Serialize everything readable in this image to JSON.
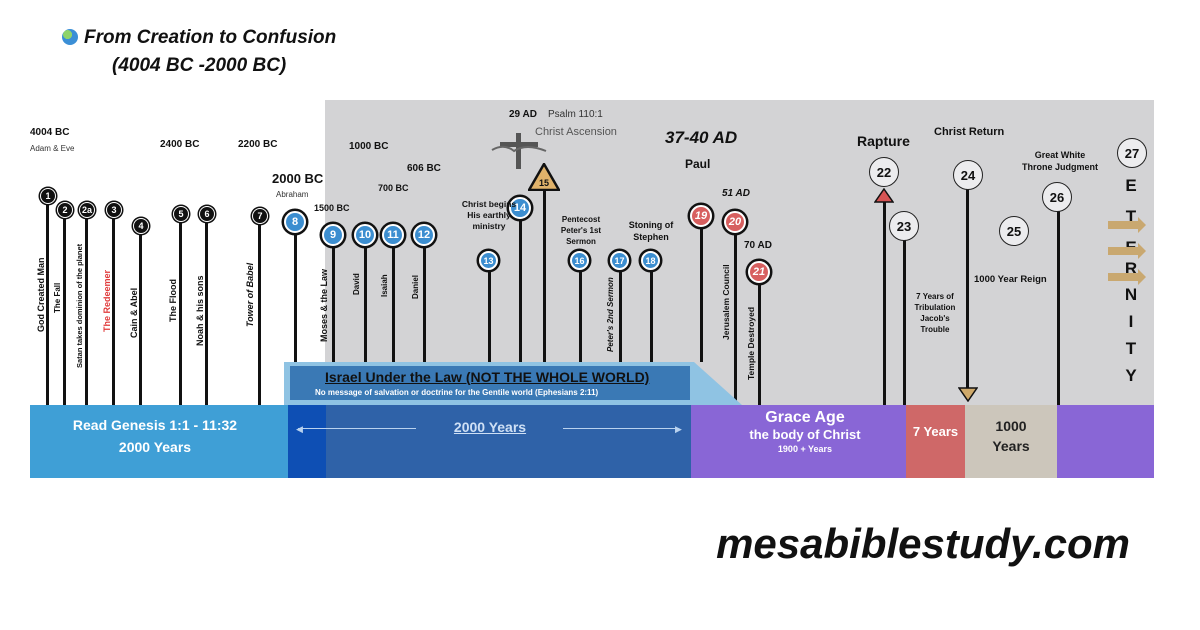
{
  "header": {
    "title_line1": "From Creation to Confusion",
    "title_line2": "(4004 BC -2000 BC)",
    "icon": "globe-icon"
  },
  "dates": {
    "d4004": "4004 BC",
    "adam_eve": "Adam & Eve",
    "d2400": "2400 BC",
    "d2200": "2200 BC",
    "d2000": "2000 BC",
    "abraham": "Abraham",
    "d1500": "1500 BC",
    "d1000": "1000 BC",
    "d700": "700 BC",
    "d606": "606 BC",
    "d29ad": "29 AD",
    "psalm": "Psalm 110:1",
    "ascension": "Christ Ascension",
    "d3740": "37-40 AD",
    "paul": "Paul",
    "d51": "51 AD",
    "d70": "70 AD",
    "rapture": "Rapture",
    "christ_return": "Christ Return",
    "great_white": "Great White Throne Judgment"
  },
  "markers": [
    {
      "num": "1",
      "label": "God Created Man",
      "style": "black"
    },
    {
      "num": "2",
      "label": "The Fall",
      "style": "black"
    },
    {
      "num": "2a",
      "label": "Satan takes dominion of the planet",
      "style": "black"
    },
    {
      "num": "3",
      "label": "The Redeemer",
      "style": "black"
    },
    {
      "num": "4",
      "label": "Cain & Abel",
      "style": "black"
    },
    {
      "num": "5",
      "label": "The Flood",
      "style": "black"
    },
    {
      "num": "6",
      "label": "Noah & his sons",
      "style": "black"
    },
    {
      "num": "7",
      "label": "Tower of Babel",
      "style": "black"
    },
    {
      "num": "8",
      "label": "",
      "style": "blue"
    },
    {
      "num": "9",
      "label": "Moses & the Law",
      "style": "blue"
    },
    {
      "num": "10",
      "label": "David",
      "style": "blue"
    },
    {
      "num": "11",
      "label": "Isaiah",
      "style": "blue"
    },
    {
      "num": "12",
      "label": "Daniel",
      "style": "blue"
    },
    {
      "num": "13",
      "label": "Christ begins His earthly ministry",
      "style": "blue"
    },
    {
      "num": "14",
      "label": "",
      "style": "blue"
    },
    {
      "num": "15",
      "label": "",
      "style": "triangle"
    },
    {
      "num": "16",
      "label": "Pentecost Peter's 1st Sermon",
      "style": "blue"
    },
    {
      "num": "17",
      "label": "Peter's 2nd Sermon",
      "style": "blue"
    },
    {
      "num": "18",
      "label": "Stoning of Stephen",
      "style": "blue"
    },
    {
      "num": "19",
      "label": "",
      "style": "red"
    },
    {
      "num": "20",
      "label": "Jerusalem Council",
      "style": "red"
    },
    {
      "num": "21",
      "label": "Temple Destroyed",
      "style": "red"
    },
    {
      "num": "22",
      "label": "",
      "style": "outline"
    },
    {
      "num": "23",
      "label": "7 Years of Tribulation Jacob's Trouble",
      "style": "outline"
    },
    {
      "num": "24",
      "label": "",
      "style": "outline"
    },
    {
      "num": "25",
      "label": "1000 Year Reign",
      "style": "outline"
    },
    {
      "num": "26",
      "label": "",
      "style": "outline"
    },
    {
      "num": "27",
      "label": "",
      "style": "outline"
    }
  ],
  "israel": {
    "title": "Israel Under the Law (NOT THE WHOLE WORLD)",
    "subtitle": "No message of salvation or doctrine for the Gentile world  (Ephesians 2:11)"
  },
  "eternity": [
    "E",
    "T",
    "E",
    "R",
    "N",
    "I",
    "T",
    "Y"
  ],
  "bands": {
    "genesis_line1": "Read Genesis 1:1 - 11:32",
    "genesis_line2": "2000 Years",
    "israel_years": "2000 Years",
    "grace_line1": "Grace Age",
    "grace_line2": "the body of Christ",
    "grace_line3": "1900 + Years",
    "tribulation": "7 Years",
    "millennium_line1": "1000",
    "millennium_line2": "Years"
  },
  "colors": {
    "band_genesis": "#3f9fd6",
    "band_israel_dark": "#0e4fb4",
    "band_israel": "#2f62a8",
    "band_grace": "#8966d6",
    "band_tribulation": "#cf6868",
    "band_millennium": "#ccc6bb",
    "band_eternity": "#8966d6"
  },
  "footer": {
    "site": "mesabiblestudy.com"
  }
}
